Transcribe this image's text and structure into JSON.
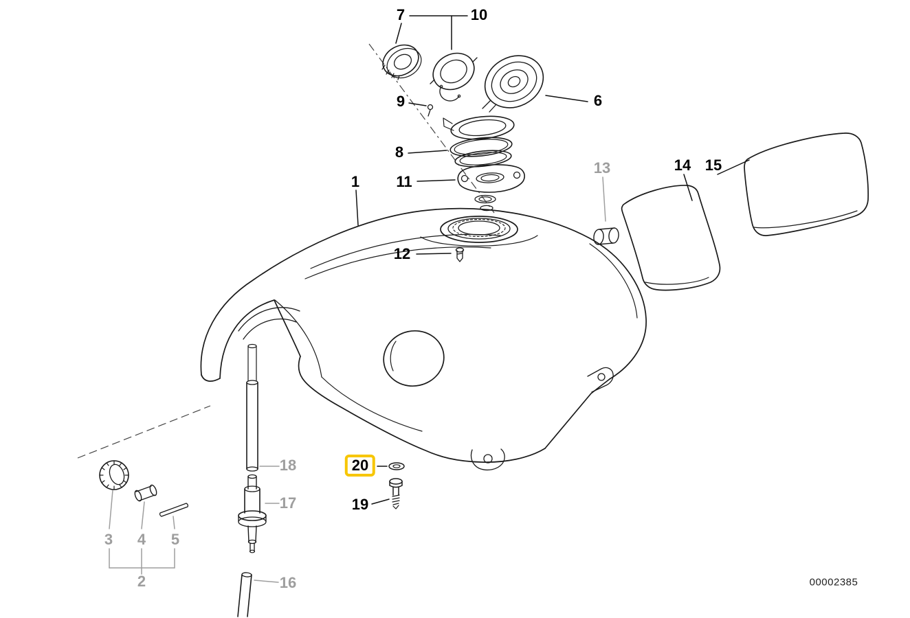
{
  "doc": {
    "number": "00002385"
  },
  "colors": {
    "label_black": "#000000",
    "label_gray": "#9e9e9e",
    "highlight": "#f7c600",
    "line": "#1a1a1a"
  },
  "callouts": [
    {
      "id": 1,
      "label": "1",
      "style": "black",
      "highlighted": false
    },
    {
      "id": 2,
      "label": "2",
      "style": "gray",
      "highlighted": false
    },
    {
      "id": 3,
      "label": "3",
      "style": "gray",
      "highlighted": false
    },
    {
      "id": 4,
      "label": "4",
      "style": "gray",
      "highlighted": false
    },
    {
      "id": 5,
      "label": "5",
      "style": "gray",
      "highlighted": false
    },
    {
      "id": 6,
      "label": "6",
      "style": "black",
      "highlighted": false
    },
    {
      "id": 7,
      "label": "7",
      "style": "black",
      "highlighted": false
    },
    {
      "id": 8,
      "label": "8",
      "style": "black",
      "highlighted": false
    },
    {
      "id": 9,
      "label": "9",
      "style": "black",
      "highlighted": false
    },
    {
      "id": 10,
      "label": "10",
      "style": "black",
      "highlighted": false
    },
    {
      "id": 11,
      "label": "11",
      "style": "black",
      "highlighted": false
    },
    {
      "id": 12,
      "label": "12",
      "style": "black",
      "highlighted": false
    },
    {
      "id": 13,
      "label": "13",
      "style": "gray",
      "highlighted": false
    },
    {
      "id": 14,
      "label": "14",
      "style": "black",
      "highlighted": false
    },
    {
      "id": 15,
      "label": "15",
      "style": "black",
      "highlighted": false
    },
    {
      "id": 16,
      "label": "16",
      "style": "gray",
      "highlighted": false
    },
    {
      "id": 17,
      "label": "17",
      "style": "gray",
      "highlighted": false
    },
    {
      "id": 18,
      "label": "18",
      "style": "gray",
      "highlighted": false
    },
    {
      "id": 19,
      "label": "19",
      "style": "black",
      "highlighted": false
    },
    {
      "id": 20,
      "label": "20",
      "style": "black",
      "highlighted": true
    }
  ]
}
